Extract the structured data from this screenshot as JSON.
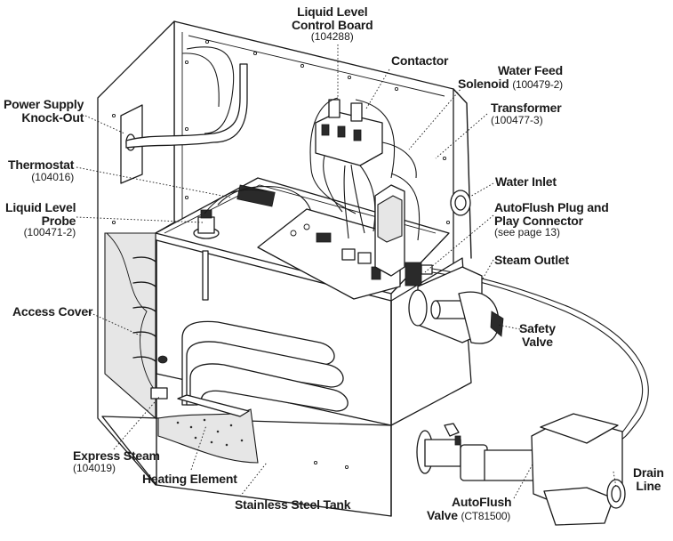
{
  "labels": {
    "level_board": {
      "title_1": "Liquid Level",
      "title_2": "Control Board",
      "part": "(104288)"
    },
    "contactor": {
      "title": "Contactor"
    },
    "water_feed": {
      "title_1": "Water Feed",
      "title_2": "Solenoid",
      "part": "(100479-2)"
    },
    "transformer": {
      "title": "Transformer",
      "part": "(100477-3)"
    },
    "power_supply": {
      "title_1": "Power Supply",
      "title_2": "Knock-Out"
    },
    "thermostat": {
      "title": "Thermostat",
      "part": "(104016)"
    },
    "water_inlet": {
      "title": "Water Inlet"
    },
    "level_probe": {
      "title_1": "Liquid Level",
      "title_2": "Probe",
      "part": "(100471-2)"
    },
    "autoflush_plug": {
      "title_1": "AutoFlush Plug and",
      "title_2": "Play Connector",
      "note": "(see page 13)"
    },
    "steam_outlet": {
      "title": "Steam Outlet"
    },
    "access_cover": {
      "title": "Access Cover"
    },
    "safety_valve": {
      "title_1": "Safety",
      "title_2": "Valve"
    },
    "express_steam": {
      "title": "Express Steam",
      "part": "(104019)"
    },
    "heating_element": {
      "title": "Heating Element"
    },
    "drain_line": {
      "title_1": "Drain",
      "title_2": "Line"
    },
    "stainless_tank": {
      "title": "Stainless Steel Tank"
    },
    "autoflush_valve": {
      "title_1": "AutoFlush",
      "title_2": "Valve",
      "part": "(CT81500)"
    }
  }
}
